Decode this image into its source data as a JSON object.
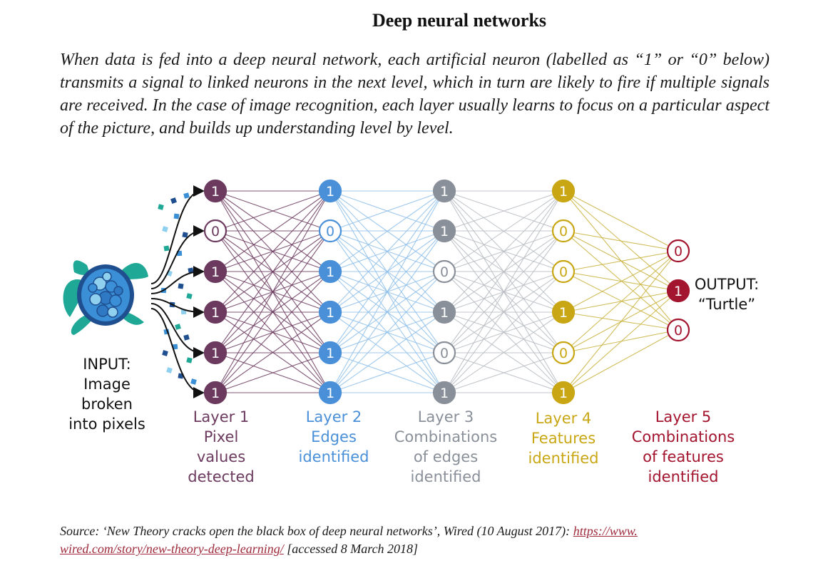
{
  "title": "Deep neural networks",
  "intro": "When data is fed into a deep neural network, each artificial neuron (labelled as “1” or “0” below) transmits a signal to linked neurons in the next level, which in turn are likely to fire if multiple signals are received. In the case of image recognition, each layer usually learns to focus on a particular aspect of the picture, and builds up understanding level by level.",
  "input_label": [
    "INPUT:",
    "Image",
    "broken",
    "into pixels"
  ],
  "output_label": [
    "OUTPUT:",
    "“Turtle”"
  ],
  "layers": [
    {
      "name": "layer-1",
      "color": "#6b3a5e",
      "values": [
        "1",
        "0",
        "1",
        "1",
        "1",
        "1"
      ],
      "label": [
        "Layer 1",
        "Pixel",
        "values",
        "detected"
      ]
    },
    {
      "name": "layer-2",
      "color": "#4a90d9",
      "values": [
        "1",
        "0",
        "1",
        "1",
        "1",
        "1"
      ],
      "label": [
        "Layer 2",
        "Edges",
        "identified"
      ]
    },
    {
      "name": "layer-3",
      "color": "#8a9099",
      "values": [
        "1",
        "1",
        "0",
        "1",
        "0",
        "1"
      ],
      "label": [
        "Layer 3",
        "Combinations",
        "of edges",
        "identified"
      ]
    },
    {
      "name": "layer-4",
      "color": "#c9a714",
      "values": [
        "1",
        "0",
        "0",
        "1",
        "0",
        "1"
      ],
      "label": [
        "Layer 4",
        "Features",
        "identified"
      ]
    },
    {
      "name": "layer-5",
      "color": "#a3142e",
      "values": [
        "0",
        "1",
        "0"
      ],
      "label": [
        "Layer 5",
        "Combinations",
        "of features",
        "identified"
      ]
    }
  ],
  "edge_colors": [
    "#6b3a5e",
    "#8fc0ea",
    "#b7bcc2",
    "#c9b23c"
  ],
  "turtle_colors": {
    "flipper": "#1fa896",
    "shell_outer": "#1f4f8f",
    "shell_tiles": "#3a8fd6",
    "shell_light": "#8fd0ef"
  },
  "pixel_colors": [
    "#1fa896",
    "#1f4f8f",
    "#3a8fd6",
    "#8fd0ef"
  ],
  "source": {
    "prefix": "Source: ‘New Theory cracks open the black box of deep neural networks’, Wired (10 August 2017): ",
    "link": "https://www.wired.com/story/new-theory-deep-learning/",
    "link_part1": "https://www.",
    "link_part2": "wired.com/story/new-theory-deep-learning/",
    "suffix": " [accessed 8 March 2018]"
  }
}
